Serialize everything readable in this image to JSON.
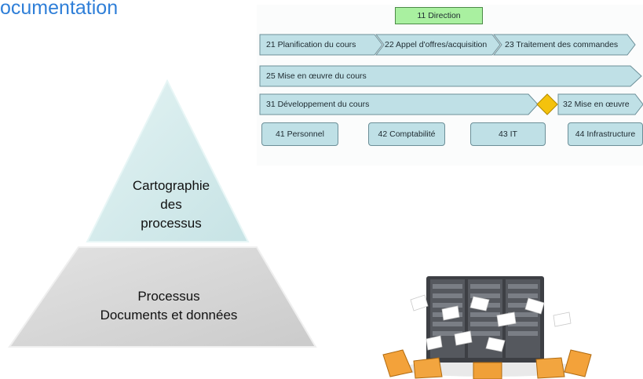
{
  "title": "ocumentation",
  "process_map": {
    "direction": "11 Direction",
    "row1": [
      "21 Planification du cours",
      "22 Appel d'offres/acquisition",
      "23 Traitement des commandes"
    ],
    "row2": "25 Mise en œuvre du cours",
    "row3": [
      "31 Développement du cours",
      "32 Mise en œuvre"
    ],
    "support": [
      "41 Personnel",
      "42 Comptabilité",
      "43 IT",
      "44 Infrastructure"
    ]
  },
  "pyramid": {
    "top_lines": [
      "Cartographie",
      "des",
      "processus"
    ],
    "bottom_lines": [
      "Processus",
      "Documents et données"
    ]
  },
  "colors": {
    "title": "#2f7fd8",
    "arrow_fill": "#bfe0e6",
    "direction_fill": "#a9f0a0",
    "diamond": "#f4c20d",
    "pyramid_top": "#cfe9ea",
    "pyramid_bottom": "#d7d7d7"
  },
  "image": {
    "server_icon": "server-rack-with-documents-and-folders"
  }
}
